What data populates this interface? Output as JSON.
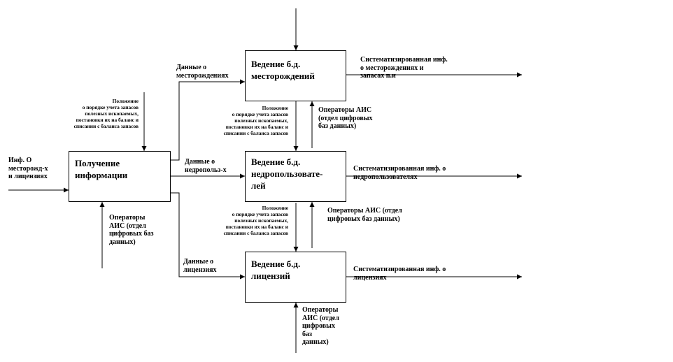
{
  "boxes": {
    "receive": "Получение\nинформации",
    "deposits": "Ведение б.д.\nместорождений",
    "users": "Ведение б.д.\nнедропользовате-\nлей",
    "licenses": "Ведение б.д.\nлицензий"
  },
  "inputs": {
    "info": "Инф. О\nместорожд-х\nи лицензиях",
    "deposits_data": "Данные о\nместорождениях",
    "users_data": "Данные о\nнедропольз-х",
    "licenses_data": "Данные о\nлицензиях"
  },
  "controls": {
    "regulation_1": "Положение\nо порядке учета запасов\nполезных ископаемых,\nпостановки их на баланс и\nсписании с баланса запасов",
    "regulation_2": "Положение\nо порядке учета запасов\nполезных ископаемых,\nпостановки их на баланс и\nсписании с баланса запасов",
    "regulation_3": "Положение\nо порядке учета запасов\nполезных ископаемых,\nпостановки их на баланс и\nсписании с баланса запасов"
  },
  "mechanisms": {
    "ops_receive": "Операторы\nАИС (отдел\nцифровых баз\nданных)",
    "ops_deposits": "Операторы АИС\n(отдел цифровых\nбаз данных)",
    "ops_users": "Операторы АИС (отдел\nцифровых баз данных)",
    "ops_licenses": "Операторы\nАИС (отдел\nцифровых\nбаз\nданных)"
  },
  "outputs": {
    "deposits": "Систематизированная инф.\nо месторождениях и\nзапасах п.и",
    "users": "Систематизированная инф. о\nнедропользователях",
    "licenses": "Систематизированная инф. о\nлицензиях"
  }
}
